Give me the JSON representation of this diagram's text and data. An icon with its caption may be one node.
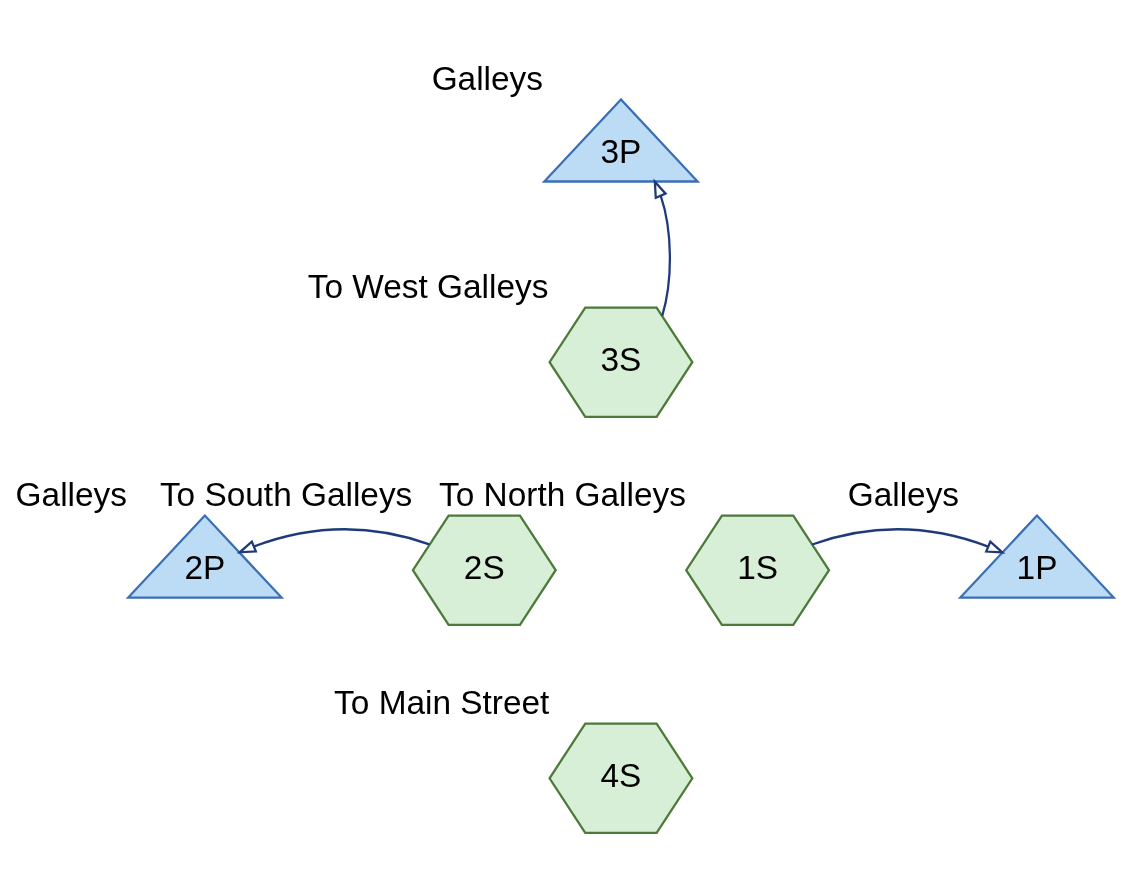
{
  "diagram": {
    "nodes": [
      {
        "text": [
          "3P"
        ],
        "beside": [
          "Galleys"
        ]
      },
      {
        "text": [
          "3S"
        ],
        "beside": [
          "To West Galleys"
        ]
      },
      {
        "text": [
          "2P"
        ],
        "beside": [
          "Galleys"
        ]
      },
      {
        "text": [
          "2S"
        ],
        "beside": [
          "To South Galleys"
        ]
      },
      {
        "text": [
          "1S"
        ],
        "beside": [
          "To North Galleys"
        ]
      },
      {
        "text": [
          "1P"
        ],
        "beside": [
          "Galleys"
        ]
      },
      {
        "text": [
          "4S"
        ],
        "beside": [
          "To Main Street"
        ]
      }
    ],
    "edges": [
      {
        "from": 1,
        "to": 0,
        "arrow": "to"
      },
      {
        "from": 3,
        "to": 2,
        "arrow": "to"
      },
      {
        "from": 4,
        "to": 5,
        "arrow": "to"
      }
    ]
  }
}
